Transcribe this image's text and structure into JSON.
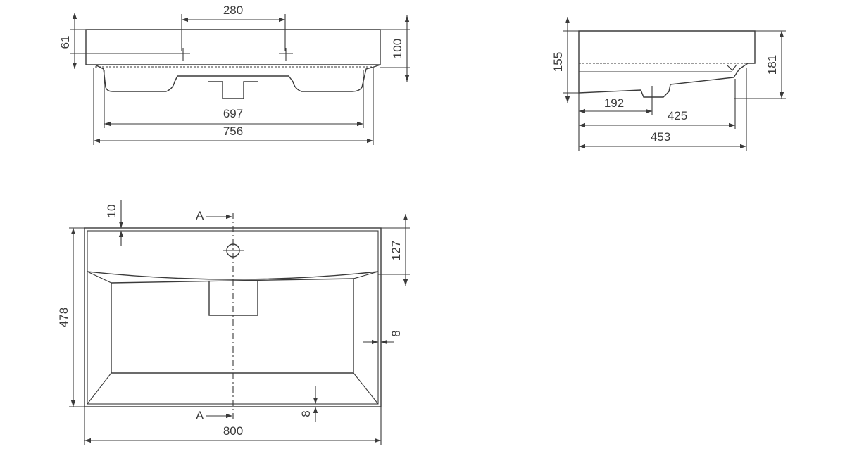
{
  "front_view": {
    "dims": {
      "tap_spacing": "280",
      "rim_height": "61",
      "total_height": "100",
      "bowl_width": "697",
      "overall_width": "756"
    }
  },
  "side_view": {
    "dims": {
      "height_155": "155",
      "height_181": "181",
      "waste_offset": "192",
      "inner_depth": "425",
      "overall_depth": "453"
    }
  },
  "top_view": {
    "dims": {
      "rim_thickness": "10",
      "deck_depth": "127",
      "overall_depth": "478",
      "wall_right": "8",
      "wall_bottom": "8",
      "overall_width": "800"
    },
    "section_labels": {
      "top": "A",
      "bottom": "A"
    }
  }
}
